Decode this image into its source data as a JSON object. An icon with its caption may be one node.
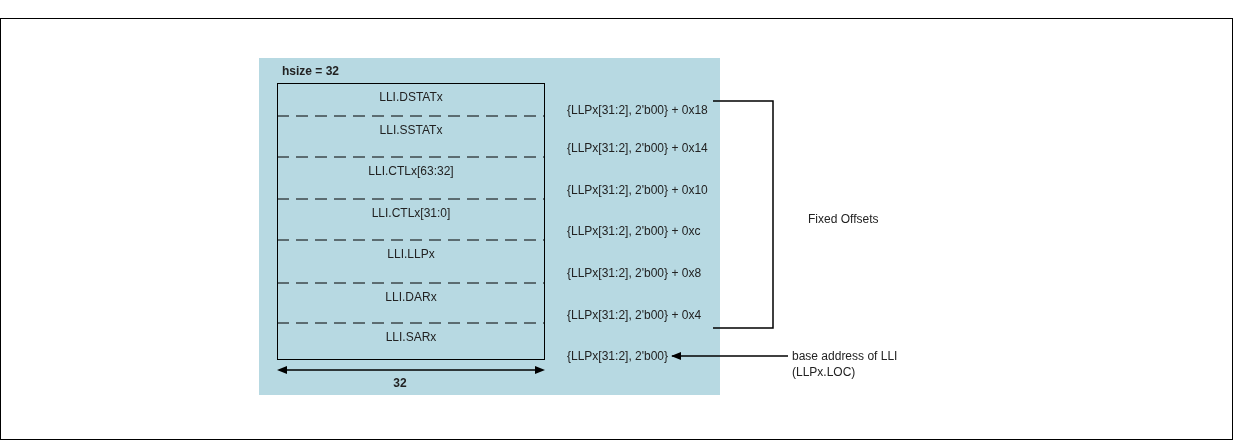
{
  "diagram": {
    "nodes": [
      {
        "text": [
          "hsize = 32"
        ]
      },
      {
        "text": [
          "LLI.DSTATx"
        ],
        "in": 0
      },
      {
        "text": [
          "LLI.SSTATx"
        ],
        "in": 0
      },
      {
        "text": [
          "LLI.CTLx[63:32]"
        ],
        "in": 0
      },
      {
        "text": [
          "LLI.CTLx[31:0]"
        ],
        "in": 0
      },
      {
        "text": [
          "LLI.LLPx"
        ],
        "in": 0
      },
      {
        "text": [
          "LLI.DARx"
        ],
        "in": 0
      },
      {
        "text": [
          "LLI.SARx"
        ],
        "in": 0
      },
      {
        "text": [
          "base address of LLI",
          "(LLPx.LOC)"
        ]
      },
      {
        "text": [
          "{LLPx[31:2], 2'b00}"
        ]
      }
    ],
    "edges": [
      {
        "from": 8,
        "to": 9,
        "arrow": "to"
      }
    ],
    "labels": [
      "{LLPx[31:2], 2'b00} + 0x18",
      "{LLPx[31:2], 2'b00} + 0x14",
      "{LLPx[31:2], 2'b00} + 0x10",
      "{LLPx[31:2], 2'b00} + 0xc",
      "{LLPx[31:2], 2'b00} + 0x8",
      "{LLPx[31:2], 2'b00} + 0x4",
      "Fixed Offsets",
      "32"
    ]
  }
}
